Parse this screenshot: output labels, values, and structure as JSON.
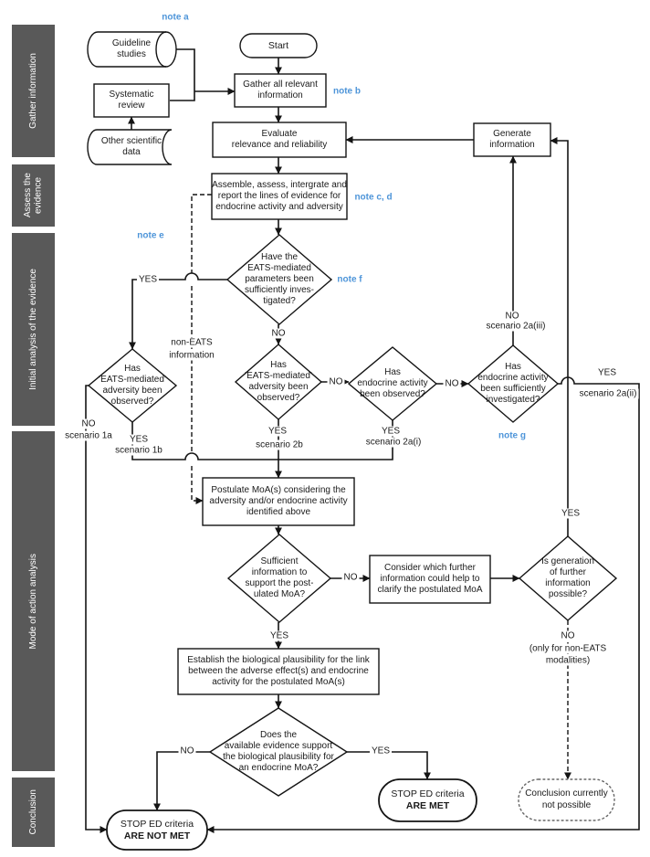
{
  "sidebar": {
    "items": [
      {
        "label": "Gather information"
      },
      {
        "label": "Assess the evidence"
      },
      {
        "label": "Initial analysis of the evidence"
      },
      {
        "label": "Mode of action analysis"
      },
      {
        "label": "Conclusion"
      }
    ]
  },
  "notes": {
    "a": "note a",
    "b": "note b",
    "cd": "note c, d",
    "e": "note e",
    "f": "note f",
    "g": "note g"
  },
  "nodes": {
    "start": {
      "lines": [
        "Start"
      ]
    },
    "guideline_studies": {
      "lines": [
        "Guideline",
        "studies"
      ]
    },
    "systematic_review": {
      "lines": [
        "Systematic",
        "review"
      ]
    },
    "other_scientific_data": {
      "lines": [
        "Other scientific",
        "data"
      ]
    },
    "gather_information": {
      "lines": [
        "Gather all relevant",
        "information"
      ]
    },
    "evaluate": {
      "lines": [
        "Evaluate",
        "relevance and reliability"
      ]
    },
    "generate_information": {
      "lines": [
        "Generate",
        "information"
      ]
    },
    "assemble": {
      "lines": [
        "Assemble, assess, intergrate and",
        "report the lines of evidence for",
        "endocrine activity and adversity"
      ]
    },
    "eats_parameters_q": {
      "lines": [
        "Have the",
        "EATS-mediated",
        "parameters been",
        "sufficiently inves-",
        "tigated?"
      ]
    },
    "eats_adversity_left_q": {
      "lines": [
        "Has",
        "'EATS-mediated'",
        "adversity been",
        "observed?"
      ]
    },
    "eats_adversity_mid_q": {
      "lines": [
        "Has",
        "'EATS-mediated'",
        "adversity been",
        "observed?"
      ]
    },
    "endocrine_activity_q": {
      "lines": [
        "Has",
        "endocrine activity",
        "been observed?"
      ]
    },
    "activity_sufficient_q": {
      "lines": [
        "Has",
        "endocrine activity",
        "been sufficiently",
        "investigated?"
      ]
    },
    "postulate_moa": {
      "lines": [
        "Postulate MoA(s) considering the",
        "adversity and/or endocrine activity",
        "identified above"
      ]
    },
    "sufficient_info_q": {
      "lines": [
        "Sufficient",
        "information to",
        "support the post-",
        "ulated MoA?"
      ]
    },
    "consider_further": {
      "lines": [
        "Consider which further",
        "information could help to",
        "clarify the postulated MoA"
      ]
    },
    "generation_possible_q": {
      "lines": [
        "Is generation",
        "of further",
        "information",
        "possible?"
      ]
    },
    "establish_plausibility": {
      "lines": [
        "Establish the biological plausibility for the link",
        "between the adverse effect(s) and endocrine",
        "activity for the postulated MoA(s)"
      ]
    },
    "evidence_support_q": {
      "lines": [
        "Does the",
        "available evidence support",
        "the biological plausibility for",
        "an endocrine MoA?"
      ]
    },
    "stop_not_met": {
      "lines": [
        "STOP ED criteria",
        "ARE NOT MET"
      ]
    },
    "stop_met": {
      "lines": [
        "STOP ED criteria",
        "ARE MET"
      ]
    },
    "conclusion_not_possible": {
      "lines": [
        "Conclusion currently",
        "not possible"
      ]
    }
  },
  "edge_labels": {
    "eats_params_yes": "YES",
    "eats_params_no": "NO",
    "adversity_left_no": "NO",
    "scenario_1a": "scenario 1a",
    "adversity_left_yes": "YES",
    "scenario_1b": "scenario 1b",
    "adversity_mid_yes": "YES",
    "scenario_2b": "scenario 2b",
    "adversity_mid_no": "NO",
    "activity_yes": "YES",
    "scenario_2a_i": "scenario 2a(i)",
    "activity_no": "NO",
    "sufficient_inv_no": "NO",
    "scenario_2a_iii": "scenario 2a(iii)",
    "sufficient_inv_yes": "YES",
    "scenario_2a_ii": "scenario 2a(ii)",
    "generation_yes": "YES",
    "generation_no": "NO",
    "generation_no_note1": "(only for non-EATS",
    "generation_no_note2": "modalities)",
    "sufficient_info_no": "NO",
    "sufficient_info_yes": "YES",
    "evidence_no": "NO",
    "evidence_yes": "YES",
    "non_eats_1": "non-EATS",
    "non_eats_2": "information"
  },
  "colors": {
    "note_blue": "#4e95d9",
    "sidebar_gray": "#595959",
    "line_black": "#141414"
  }
}
